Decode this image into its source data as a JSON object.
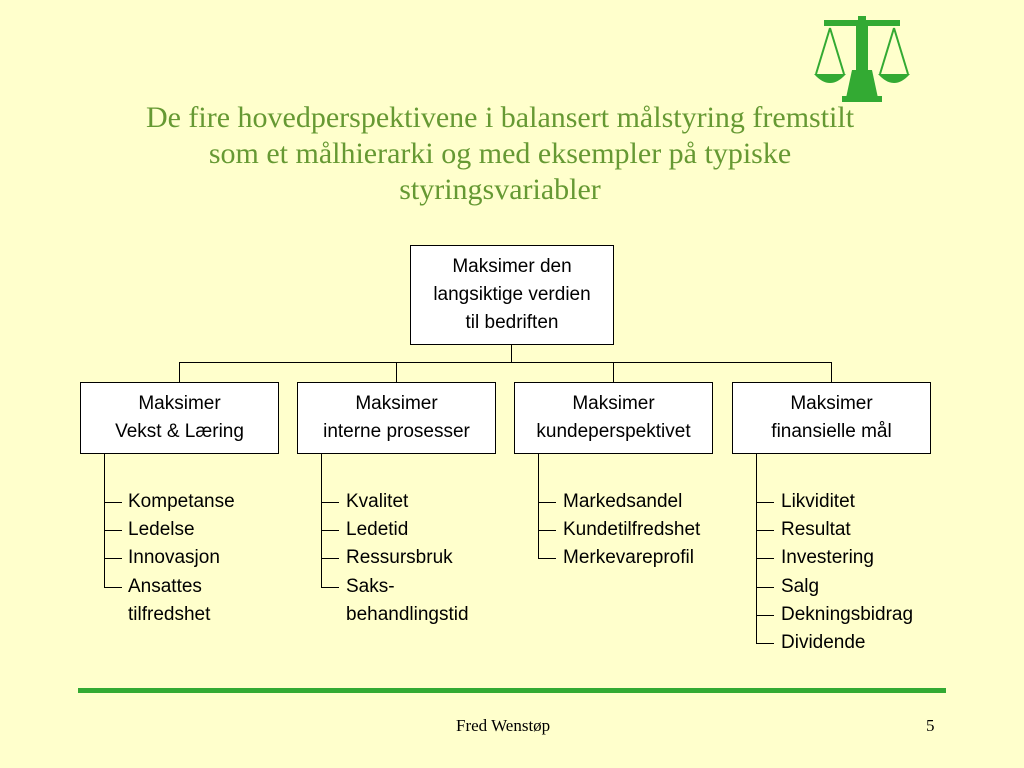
{
  "title_lines": [
    "De fire hovedperspektivene i balansert målstyring fremstilt",
    "som et målhierarki og med eksempler på typiske",
    "styringsvariabler"
  ],
  "root": {
    "lines": [
      "Maksimer den",
      "langsiktige verdien",
      "til bedriften"
    ]
  },
  "perspectives": [
    {
      "lines": [
        "Maksimer",
        "Vekst & Læring"
      ],
      "items": [
        "Kompetanse",
        "Ledelse",
        "Innovasjon",
        "Ansattes",
        "tilfredshet"
      ]
    },
    {
      "lines": [
        "Maksimer",
        "interne prosesser"
      ],
      "items": [
        "Kvalitet",
        "Ledetid",
        "Ressursbruk",
        "Saks-",
        "behandlingstid"
      ]
    },
    {
      "lines": [
        "Maksimer",
        "kundeperspektivet"
      ],
      "items": [
        "Markedsandel",
        "Kundetilfredshet",
        "Merkevareprofil"
      ]
    },
    {
      "lines": [
        "Maksimer",
        "finansielle mål"
      ],
      "items": [
        "Likviditet",
        "Resultat",
        "Investering",
        "Salg",
        "Dekningsbidrag",
        "Dividende"
      ]
    }
  ],
  "footer": {
    "author": "Fred Wenstøp",
    "page_number": "5"
  },
  "colors": {
    "background": "#ffffcc",
    "title": "#669933",
    "accent": "#33aa33"
  },
  "logo": {
    "icon": "balance-scale-icon"
  }
}
